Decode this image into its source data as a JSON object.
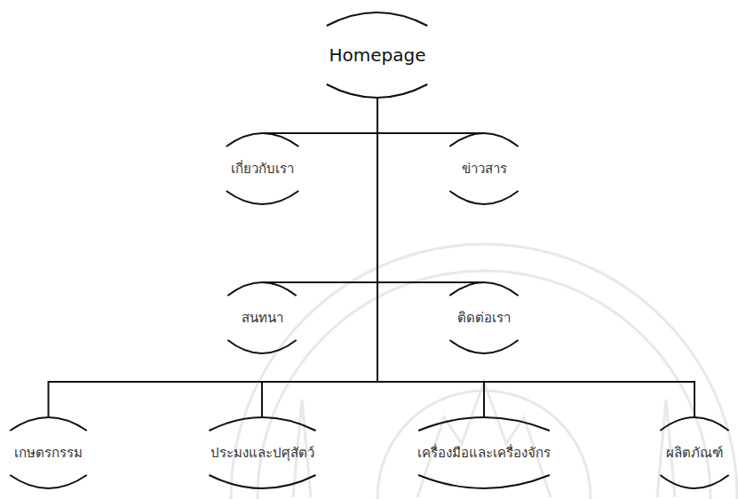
{
  "diagram": {
    "nodes": [
      {
        "text": [
          "Homepage"
        ]
      },
      {
        "text": [
          "เกี่ยวกับเรา"
        ]
      },
      {
        "text": [
          "ข่าวสาร"
        ]
      },
      {
        "text": [
          "สนทนา"
        ]
      },
      {
        "text": [
          "ติดต่อเรา"
        ]
      },
      {
        "text": [
          "เกษตรกรรม"
        ]
      },
      {
        "text": [
          "ประมงและปศุสัตว์"
        ]
      },
      {
        "text": [
          "เครื่องมือและเครื่องจักร"
        ]
      },
      {
        "text": [
          "ผลิตภัณฑ์"
        ]
      }
    ],
    "edges": [
      {
        "from": 0,
        "to": 1,
        "arrow": "none"
      },
      {
        "from": 0,
        "to": 2,
        "arrow": "none"
      },
      {
        "from": 0,
        "to": 3,
        "arrow": "none"
      },
      {
        "from": 0,
        "to": 4,
        "arrow": "none"
      },
      {
        "from": 0,
        "to": 5,
        "arrow": "none"
      },
      {
        "from": 0,
        "to": 6,
        "arrow": "none"
      },
      {
        "from": 0,
        "to": 7,
        "arrow": "none"
      },
      {
        "from": 0,
        "to": 8,
        "arrow": "none"
      }
    ]
  }
}
